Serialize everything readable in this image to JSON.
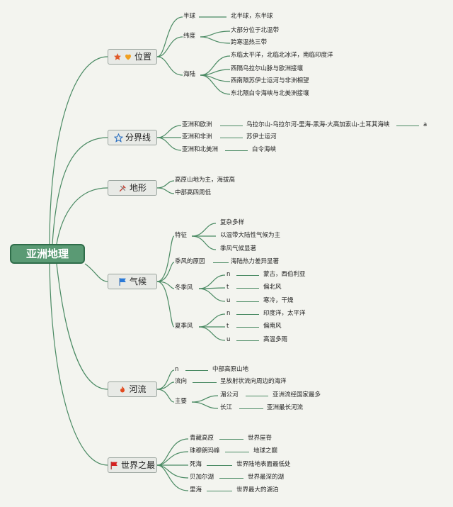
{
  "root": "亚洲地理",
  "colors": {
    "line": "#4a8a63",
    "root_fill": "#5a9a74",
    "root_border": "#2f6d4a",
    "node_fill": "#e8eae6"
  },
  "branches": {
    "location": {
      "label": "位置",
      "icons": [
        "star-icon",
        "heart-icon"
      ],
      "hemisphere": {
        "label": "半球",
        "value": "北半球，东半球"
      },
      "latitude": {
        "label": "纬度",
        "values": [
          "大部分位于北温带",
          "跨寒温热三带"
        ]
      },
      "sea_land": {
        "label": "海陆",
        "values": [
          "东临太平洋，北临北冰洋，南临印度洋",
          "西隔乌拉尔山脉与欧洲接壤",
          "西南隔苏伊士运河与非洲相望",
          "东北隔白令海峡与北美洲接壤"
        ]
      }
    },
    "boundary": {
      "label": "分界线",
      "icon": "star-outline-icon",
      "europe": {
        "label": "亚洲和欧洲",
        "value": "乌拉尔山-乌拉尔河-里海-黑海-大高加索山-土耳其海峡",
        "tail": "a"
      },
      "africa": {
        "label": "亚洲和非洲",
        "value": "苏伊士运河"
      },
      "north_america": {
        "label": "亚洲和北美洲",
        "value": "白令海峡"
      }
    },
    "terrain": {
      "label": "地形",
      "icon": "tools-icon",
      "items": [
        "高原山地为主，海拔高",
        "中部高四周低"
      ]
    },
    "climate": {
      "label": "气候",
      "icon": "flag-blue-icon",
      "features": {
        "label": "特征",
        "values": [
          "复杂多样",
          "以温带大陆性气候为主",
          "季风气候显著"
        ]
      },
      "monsoon_cause": {
        "label": "季风的原因",
        "value": "海陆热力差异显著"
      },
      "winter": {
        "label": "冬季风",
        "rows": [
          {
            "key": "n",
            "value": "蒙古，西伯利亚"
          },
          {
            "key": "t",
            "value": "偏北风"
          },
          {
            "key": "u",
            "value": "寒冷，干燥"
          }
        ]
      },
      "summer": {
        "label": "夏季风",
        "rows": [
          {
            "key": "n",
            "value": "印度洋，太平洋"
          },
          {
            "key": "t",
            "value": "偏南风"
          },
          {
            "key": "u",
            "value": "高温多雨"
          }
        ]
      }
    },
    "rivers": {
      "label": "河流",
      "icon": "fire-icon",
      "source": {
        "key": "n",
        "value": "中部高原山地"
      },
      "flow": {
        "label": "流向",
        "value": "呈放射状流向周边的海洋"
      },
      "major": {
        "label": "主要",
        "items": [
          {
            "name": "湄公河",
            "value": "亚洲流经国家最多"
          },
          {
            "name": "长江",
            "value": "亚洲最长河流"
          }
        ]
      }
    },
    "records": {
      "label": "世界之最",
      "icon": "flag-red-icon",
      "items": [
        {
          "name": "青藏高原",
          "value": "世界屋脊"
        },
        {
          "name": "珠穆朗玛峰",
          "value": "地球之巅"
        },
        {
          "name": "死海",
          "value": "世界陆地表面最低处"
        },
        {
          "name": "贝加尔湖",
          "value": "世界最深的湖"
        },
        {
          "name": "里海",
          "value": "世界最大的湖泊"
        }
      ]
    }
  }
}
